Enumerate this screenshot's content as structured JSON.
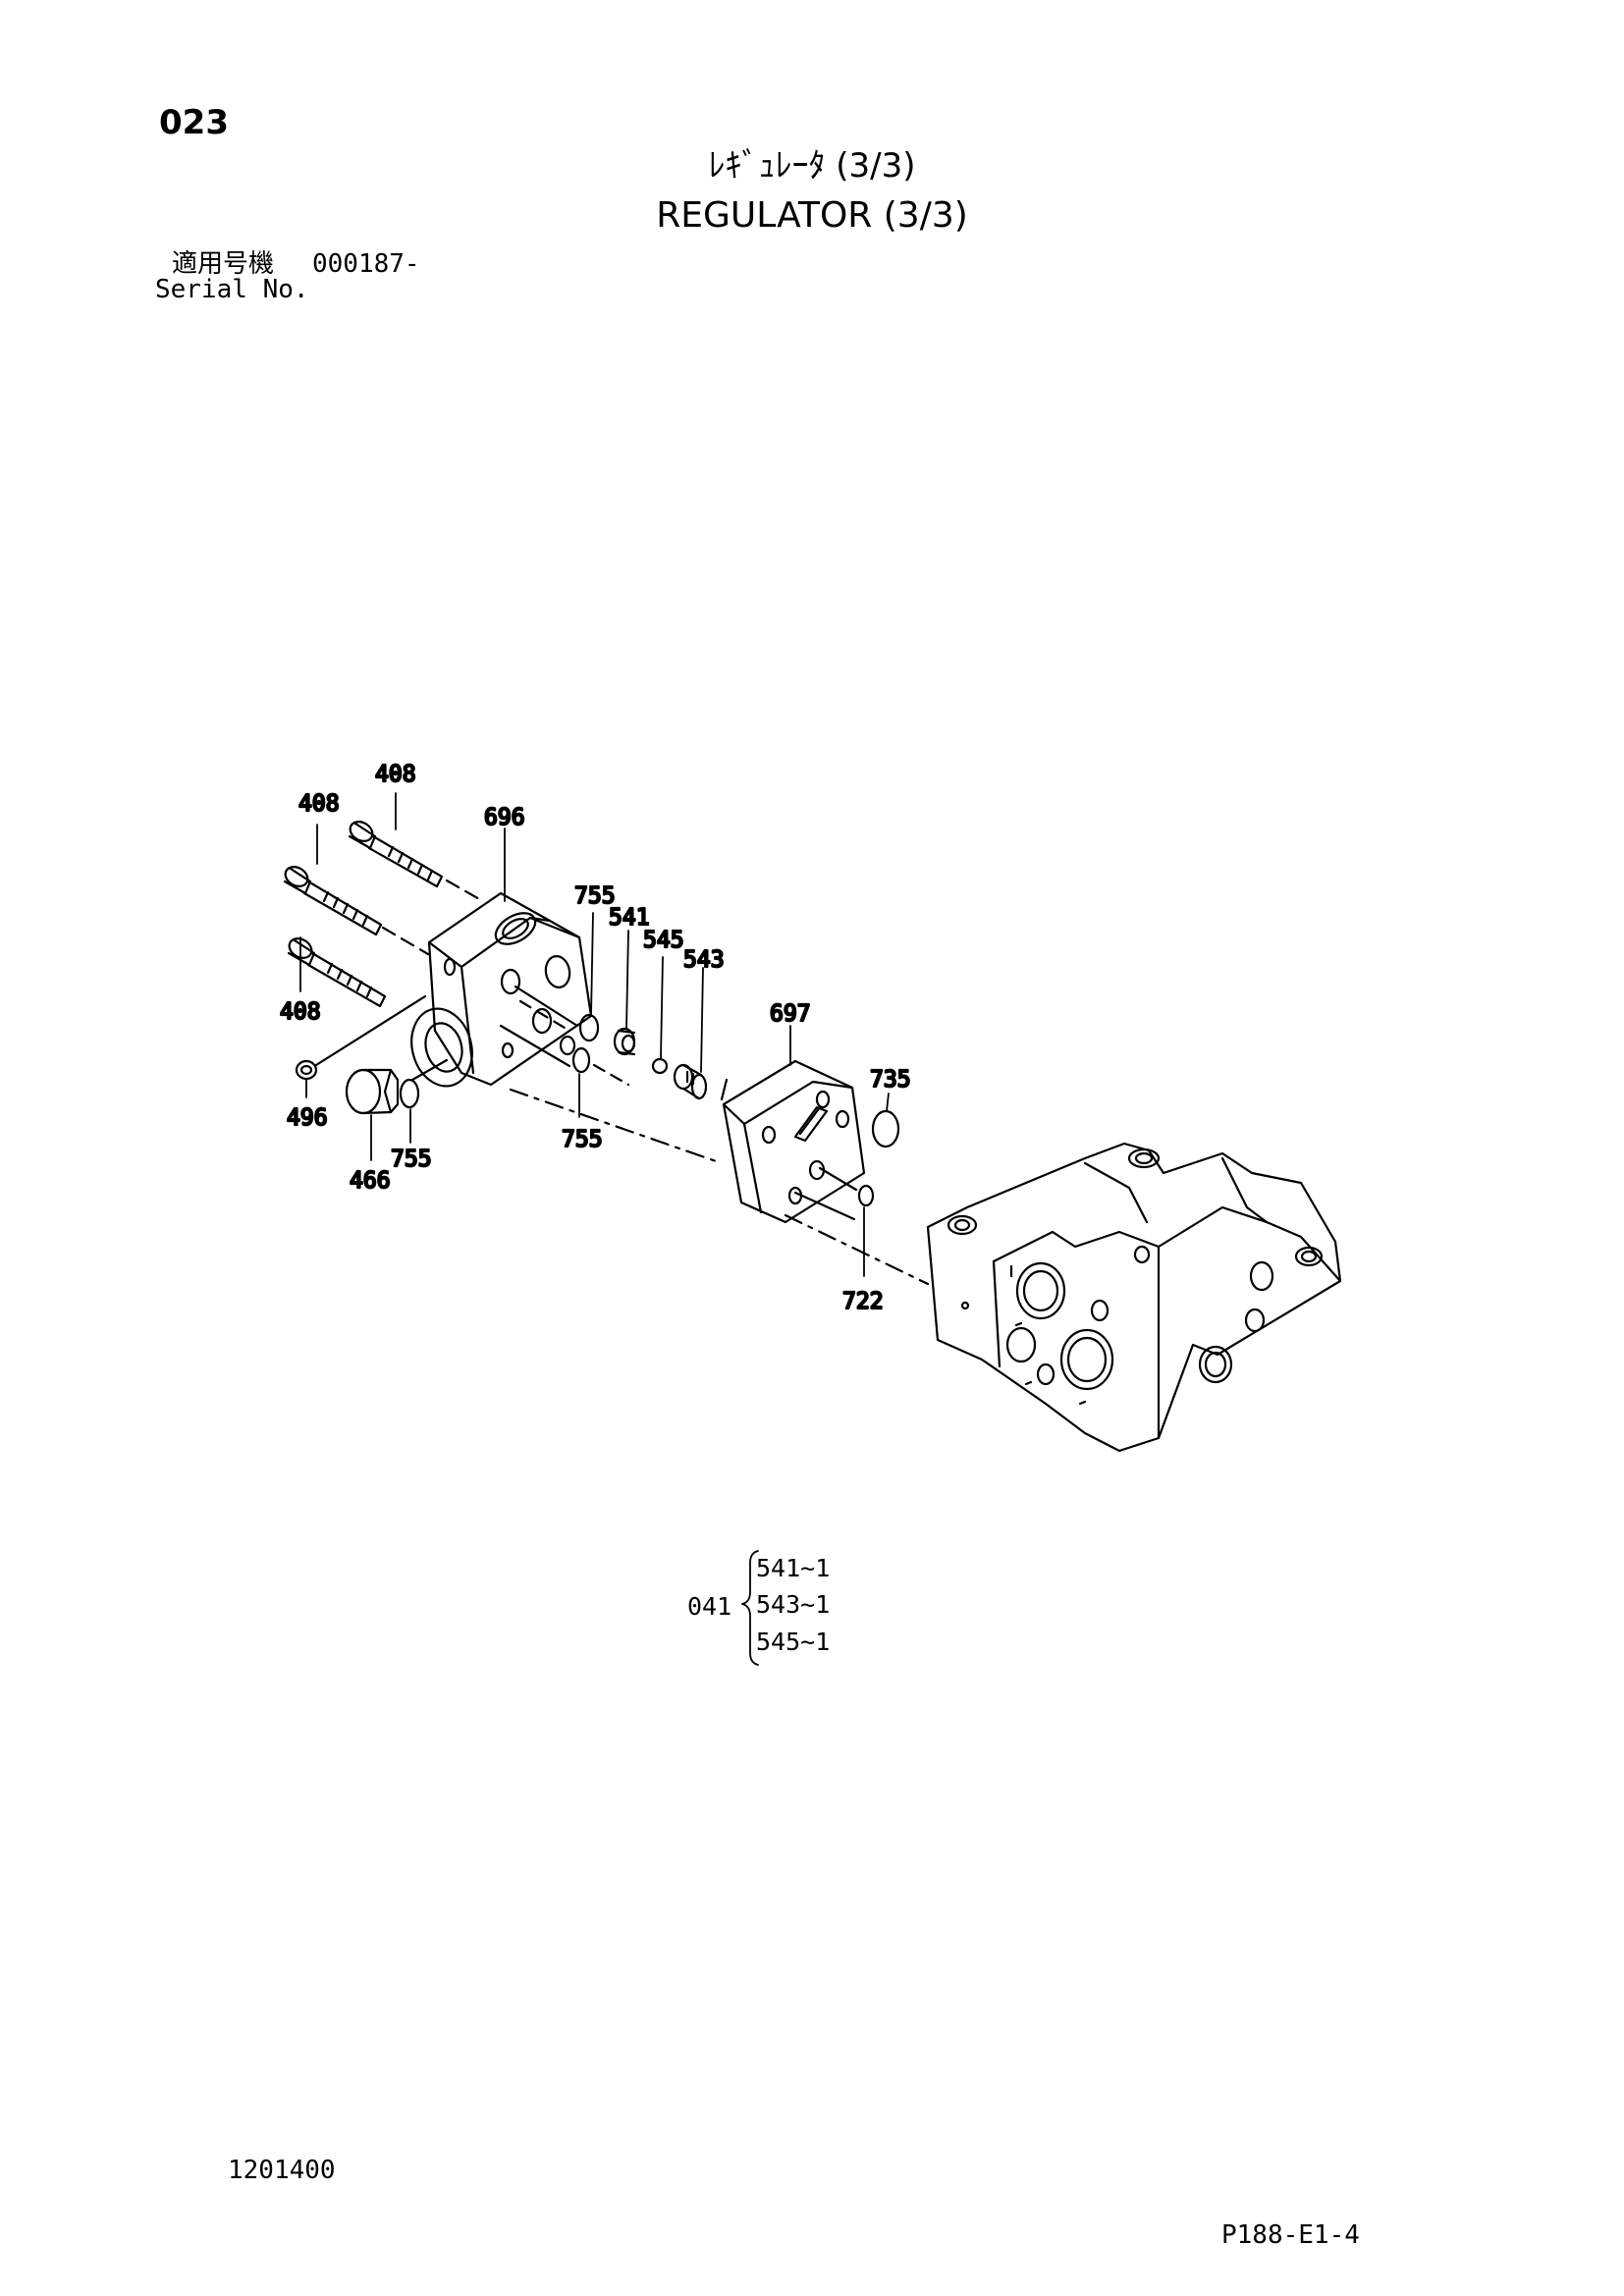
{
  "header": {
    "page_number": "023",
    "title_jp": "ﾚｷﾞｭﾚｰﾀ (3/3)",
    "title_en": "REGULATOR (3/3)",
    "serial_label_jp": "適用号機",
    "serial_value": "000187-",
    "serial_label_en": "Serial No."
  },
  "callouts": [
    "408",
    "408",
    "696",
    "755",
    "541",
    "545",
    "543",
    "408",
    "697",
    "735",
    "496",
    "755",
    "755",
    "466",
    "722"
  ],
  "kit": {
    "code": "041",
    "items": [
      "541~1",
      "543~1",
      "545~1"
    ]
  },
  "footer": {
    "doc_number": "1201400",
    "page_ref": "P188-E1-4"
  }
}
